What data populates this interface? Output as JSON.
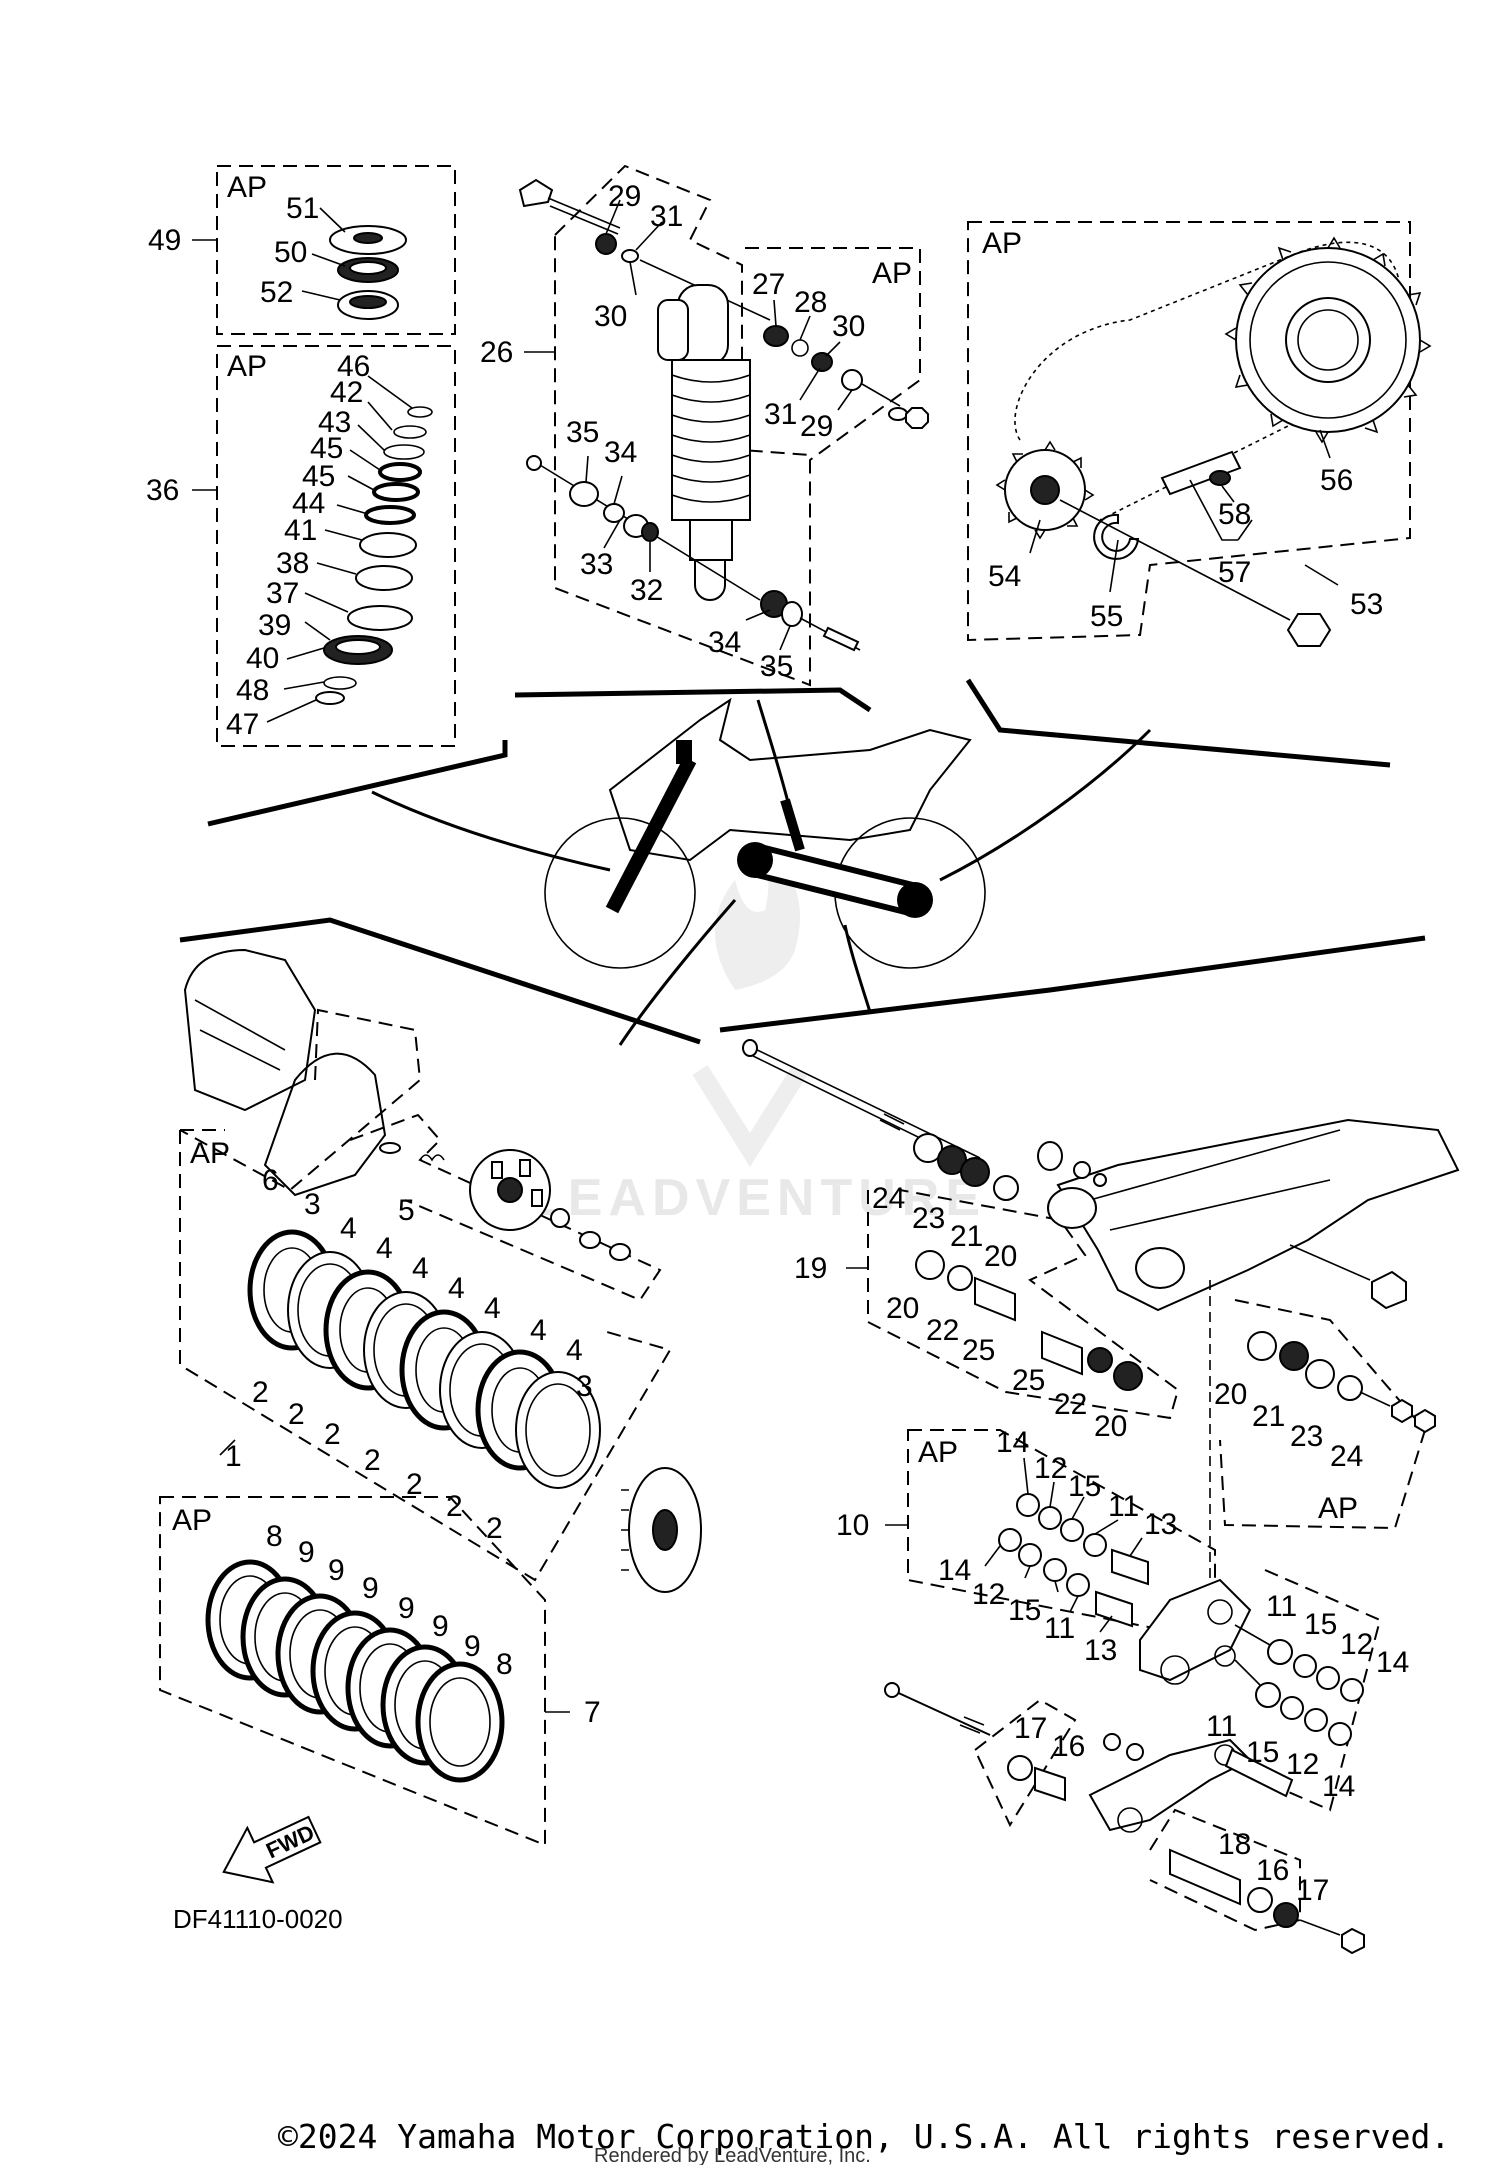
{
  "diagram": {
    "code": "DF41110-0020",
    "copyright": "©2024 Yamaha Motor Corporation, U.S.A. All rights reserved.",
    "rendered_by": "Rendered by LeadVenture, Inc.",
    "watermark": "LEADVENTURE",
    "fwd": "FWD",
    "ap": "AP",
    "callouts": {
      "n1": "1",
      "n2": "2",
      "n3": "3",
      "n4": "4",
      "n5": "5",
      "n6": "6",
      "n7": "7",
      "n8": "8",
      "n9": "9",
      "n10": "10",
      "n11": "11",
      "n12": "12",
      "n13": "13",
      "n14": "14",
      "n15": "15",
      "n16": "16",
      "n17": "17",
      "n18": "18",
      "n19": "19",
      "n20": "20",
      "n21": "21",
      "n22": "22",
      "n23": "23",
      "n24": "24",
      "n25": "25",
      "n26": "26",
      "n27": "27",
      "n28": "28",
      "n29": "29",
      "n30": "30",
      "n31": "31",
      "n32": "32",
      "n33": "33",
      "n34": "34",
      "n35": "35",
      "n36": "36",
      "n37": "37",
      "n38": "38",
      "n39": "39",
      "n40": "40",
      "n41": "41",
      "n42": "42",
      "n43": "43",
      "n44": "44",
      "n45": "45",
      "n46": "46",
      "n47": "47",
      "n48": "48",
      "n49": "49",
      "n50": "50",
      "n51": "51",
      "n52": "52",
      "n53": "53",
      "n54": "54",
      "n55": "55",
      "n56": "56",
      "n57": "57",
      "n58": "58"
    }
  }
}
